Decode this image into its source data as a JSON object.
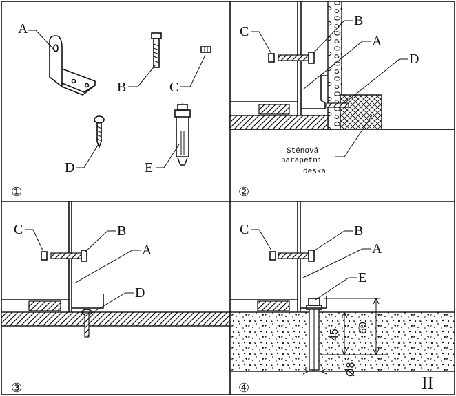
{
  "panels": [
    {
      "number": "①",
      "labels": [
        "A",
        "B",
        "C",
        "D",
        "E"
      ]
    },
    {
      "number": "②",
      "labels": [
        "C",
        "B",
        "A",
        "D"
      ],
      "note": [
        "Sténová",
        "parapetní",
        "deska"
      ]
    },
    {
      "number": "③",
      "labels": [
        "C",
        "B",
        "A",
        "D"
      ]
    },
    {
      "number": "④",
      "labels": [
        "C",
        "B",
        "A",
        "E"
      ],
      "dimensions": {
        "d1": "45",
        "d2": "60",
        "d3": "Ø8"
      },
      "mark": "II"
    }
  ]
}
